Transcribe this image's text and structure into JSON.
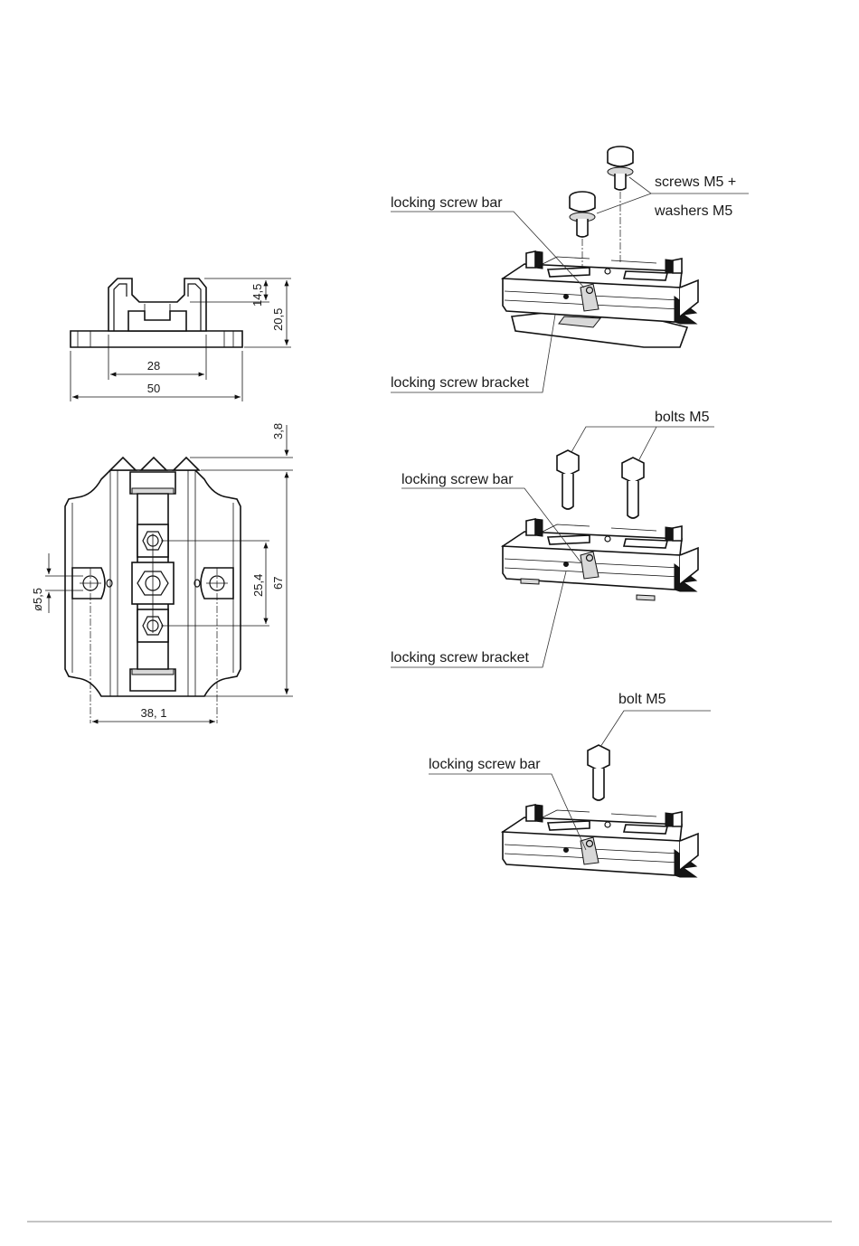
{
  "dimensions": {
    "side_view": {
      "inner_width": "28",
      "overall_width": "50",
      "groove_height": "14,5",
      "total_height": "20,5"
    },
    "top_view": {
      "tip": "3,8",
      "hole_diameter": "ø5,5",
      "nut_spacing": "25,4",
      "length": "67",
      "hole_spacing": "38, 1"
    }
  },
  "callouts": {
    "screws": "screws M5 +",
    "washers": "washers M5",
    "bar_1": "locking screw bar",
    "bracket_1": "locking screw bracket",
    "bolts": "bolts M5",
    "bar_2": "locking screw bar",
    "bracket_2": "locking screw bracket",
    "bolt": "bolt M5",
    "bar_3": "locking screw bar"
  }
}
